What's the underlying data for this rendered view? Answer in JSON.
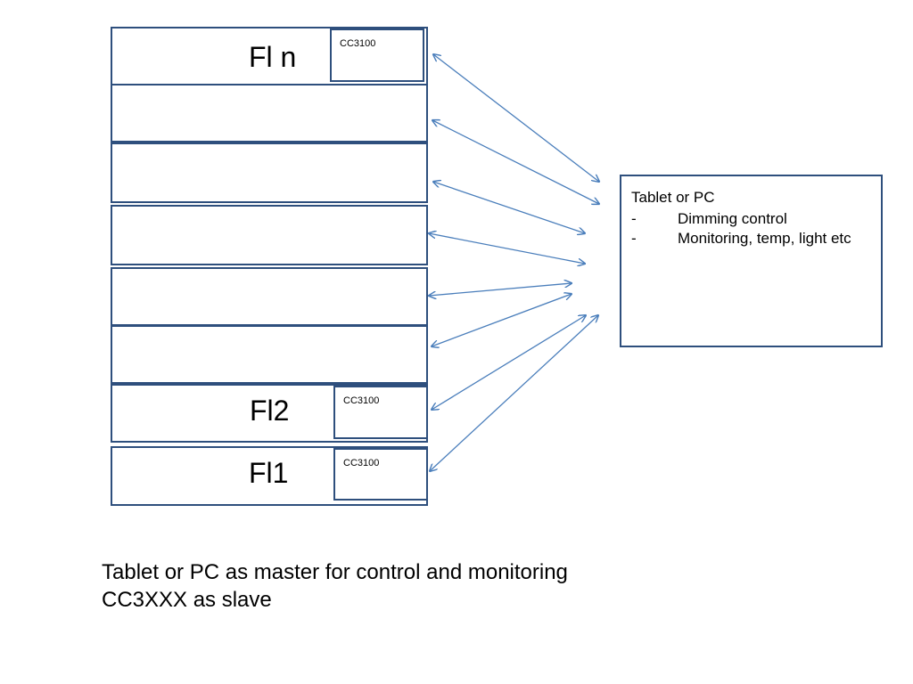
{
  "building": {
    "floors": [
      {
        "label": "Fl n",
        "module": "CC3100"
      },
      {
        "label": "",
        "module": ""
      },
      {
        "label": "",
        "module": ""
      },
      {
        "label": "",
        "module": ""
      },
      {
        "label": "",
        "module": ""
      },
      {
        "label": "",
        "module": ""
      },
      {
        "label": "Fl2",
        "module": "CC3100"
      },
      {
        "label": "Fl1",
        "module": "CC3100"
      }
    ]
  },
  "controller": {
    "title": "Tablet or PC",
    "items": [
      "Dimming control",
      "Monitoring, temp, light etc"
    ],
    "bullet": "-"
  },
  "caption": {
    "line1": "Tablet or PC as master for control and monitoring",
    "line2": "CC3XXX as slave"
  },
  "colors": {
    "box_border": "#2e4f7d",
    "arrow": "#4a7ebb"
  }
}
